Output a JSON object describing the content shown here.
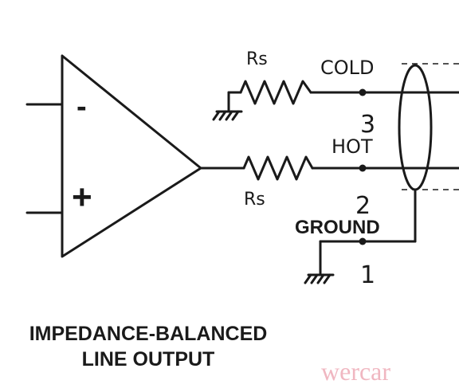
{
  "diagram": {
    "title_line1": "IMPEDANCE-BALANCED",
    "title_line2": "LINE OUTPUT",
    "opamp": {
      "minus_sign": "-",
      "plus_sign": "+"
    },
    "resistors": [
      {
        "label": "Rs"
      },
      {
        "label": "Rs"
      }
    ],
    "nets": {
      "cold": "COLD",
      "hot": "HOT",
      "ground": "GROUND"
    },
    "pins": {
      "cold_pin": "3",
      "hot_pin": "2",
      "ground_pin": "1"
    }
  },
  "watermark": "wercar",
  "colors": {
    "ink": "#1a1a1a",
    "watermark": "#f0b7c1",
    "background": "#ffffff"
  }
}
